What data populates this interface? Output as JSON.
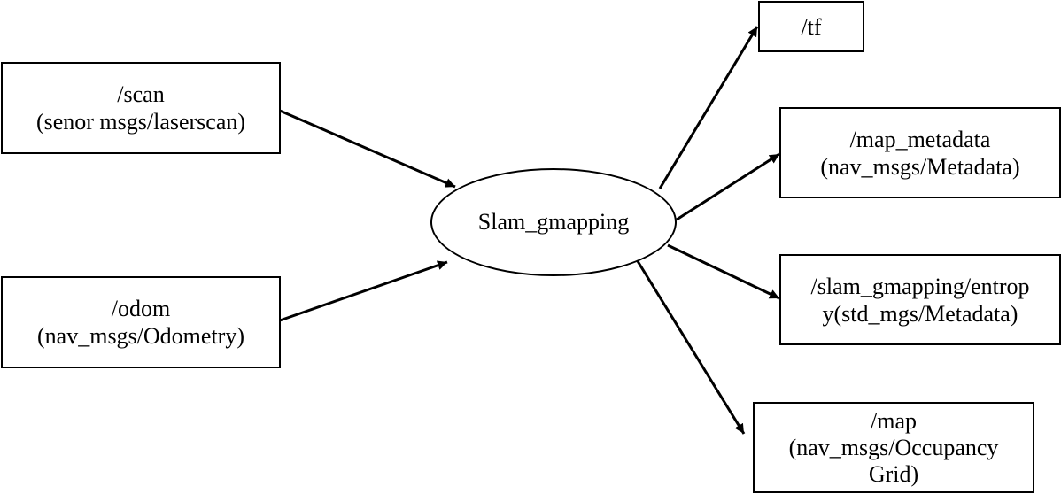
{
  "diagram": {
    "type": "ros-node-graph",
    "nodes": {
      "scan": {
        "lines": [
          "/scan",
          "(senor msgs/laserscan)"
        ],
        "shape": "box"
      },
      "odom": {
        "lines": [
          "/odom",
          "(nav_msgs/Odometry)"
        ],
        "shape": "box"
      },
      "slam": {
        "label": "Slam_gmapping",
        "shape": "ellipse"
      },
      "tf": {
        "lines": [
          "/tf"
        ],
        "shape": "box"
      },
      "map_metadata": {
        "lines": [
          "/map_metadata",
          "(nav_msgs/Metadata)"
        ],
        "shape": "box"
      },
      "entropy": {
        "lines": [
          "/slam_gmapping/entrop",
          "y(std_mgs/Metadata)"
        ],
        "shape": "box"
      },
      "map": {
        "lines": [
          "/map",
          "(nav_msgs/Occupancy",
          "Grid)"
        ],
        "shape": "box"
      }
    },
    "edges": [
      {
        "from": "scan",
        "to": "slam"
      },
      {
        "from": "odom",
        "to": "slam"
      },
      {
        "from": "slam",
        "to": "tf"
      },
      {
        "from": "slam",
        "to": "map_metadata"
      },
      {
        "from": "slam",
        "to": "entropy"
      },
      {
        "from": "slam",
        "to": "map"
      }
    ],
    "colors": {
      "stroke": "#000000",
      "fill": "#ffffff"
    }
  }
}
